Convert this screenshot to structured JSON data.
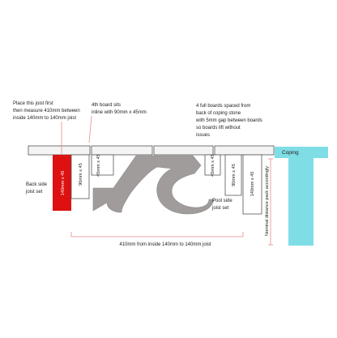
{
  "notes": {
    "first_joist": [
      "Place this joist first",
      "then measure 410mm between",
      "inside 140mm to 140mm joist"
    ],
    "fourth_board": [
      "4th board sits",
      "inline with 90mm x 45mm"
    ],
    "full_boards": [
      "4 full boards spaced from",
      "back of coping stone",
      "with 5mm gap between boards",
      "so boards lift without",
      "issues"
    ]
  },
  "labels": {
    "coping": "Coping",
    "back_joist_set": [
      "Back side",
      "joist set"
    ],
    "pool_joist_set": [
      "Pool side",
      "joist set"
    ],
    "span": "410mm from inside 140mm to 140mm joist",
    "pack": "Nominal distance pack accordingly"
  },
  "joists": {
    "red": "140mm x 45",
    "left_90": "90mm x 45",
    "left_45": "45mm x 45",
    "right_45": "45mm x 45",
    "right_90": "90mm x 45",
    "right_140": "140mm x 45"
  },
  "colors": {
    "red_joist": "#dd1111",
    "coping": "#7fdde6",
    "leader": "#e88a8a",
    "bracket": "#a09c9c",
    "board_fill": "#f4f4f4",
    "outline": "#555555"
  }
}
